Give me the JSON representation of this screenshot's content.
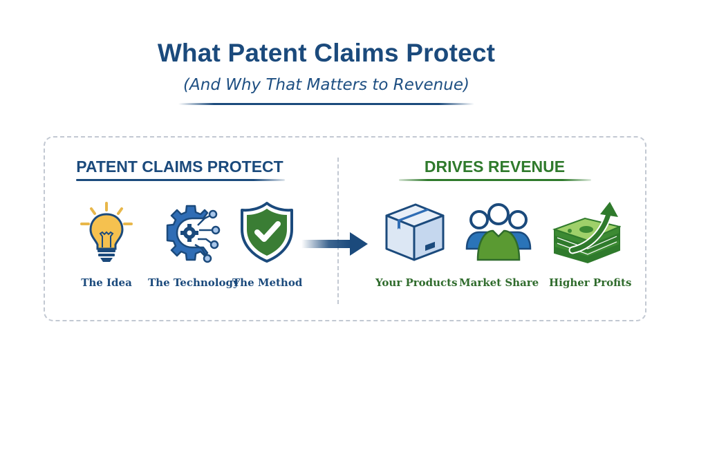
{
  "header": {
    "title": "What Patent Claims Protect",
    "subtitle": "(And Why That Matters to Revenue)"
  },
  "left_section": {
    "heading": "PATENT CLAIMS PROTECT",
    "color": "#1b4a7c",
    "items": [
      {
        "label": "The Idea",
        "icon": "lightbulb-icon"
      },
      {
        "label": "The Technology",
        "icon": "gear-circuit-icon"
      },
      {
        "label": "The Method",
        "icon": "shield-check-icon"
      }
    ]
  },
  "connector": {
    "icon": "arrow-right-icon"
  },
  "right_section": {
    "heading": "DRIVES REVENUE",
    "color": "#2f7a2c",
    "items": [
      {
        "label": "Your Products",
        "icon": "box-icon"
      },
      {
        "label": "Market Share",
        "icon": "people-group-icon"
      },
      {
        "label": "Higher Profits",
        "icon": "money-growth-icon"
      }
    ]
  },
  "colors": {
    "navy": "#1b4a7c",
    "green": "#2f7a2c",
    "bulb_yellow": "#f5c14f",
    "gear_blue": "#2f6db5",
    "frame_dash": "#c2c8d2"
  }
}
